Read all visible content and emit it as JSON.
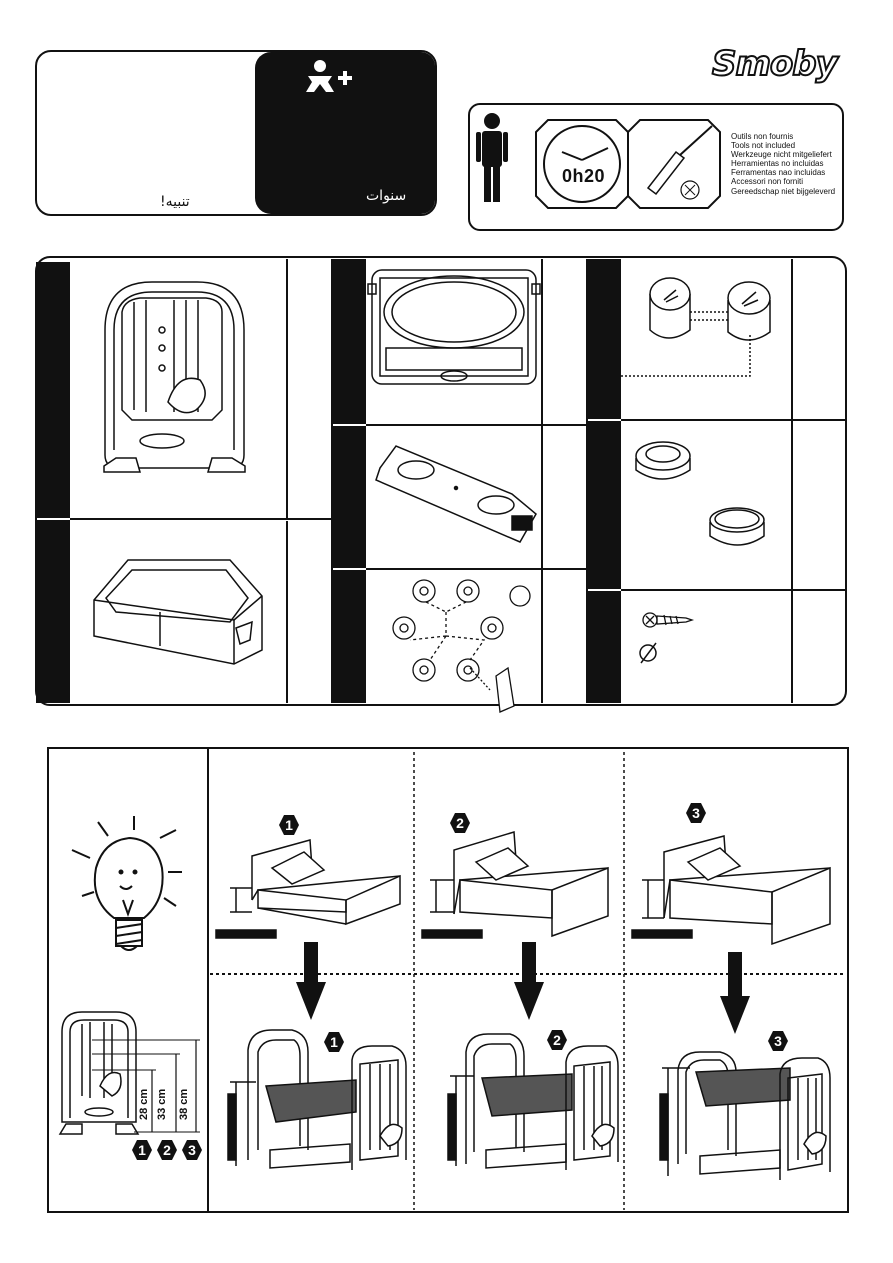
{
  "brand": {
    "logo_text": "Smoby"
  },
  "warning": {
    "arabic_warning": "تنبيه!",
    "arabic_years": "سنوات"
  },
  "assembly": {
    "duration_label": "0h20"
  },
  "tools": {
    "not_included_lines": [
      "Outils non  fournis",
      "Tools not included",
      "Werkzeuge nicht mitgeliefert",
      "Herramientas no incluidas",
      "Ferramentas nao incluidas",
      "Accessori non forniti",
      "Gereedschap niet bijgeleverd"
    ]
  },
  "heights": {
    "labels": [
      "28 cm",
      "33 cm",
      "38 cm"
    ],
    "badges": [
      "1",
      "2",
      "3"
    ]
  },
  "icons": [
    "person-plus-icon",
    "adult-figure-icon",
    "clock-icon",
    "screwdriver-icon",
    "lightbulb-icon",
    "screw-icon",
    "no-symbol-icon",
    "down-arrow-icon"
  ]
}
